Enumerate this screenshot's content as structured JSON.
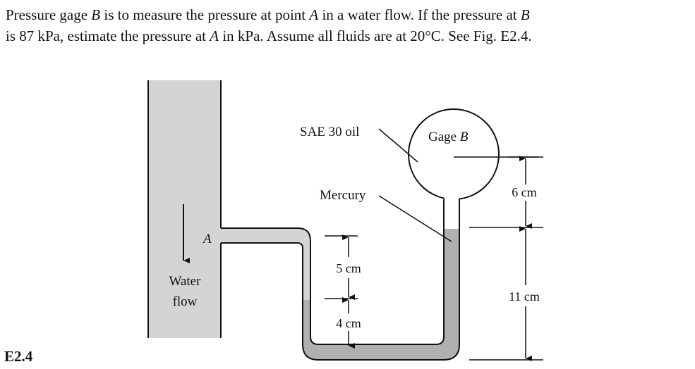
{
  "problem": {
    "line1_part1": "Pressure gage ",
    "var_B1": "B",
    "line1_part2": " is to measure the pressure at point ",
    "var_A1": "A",
    "line1_part3": " in a water flow. If the pressure at ",
    "var_B2": "B",
    "line2_part1": "is 87 kPa, estimate the pressure at ",
    "var_A2": "A",
    "line2_part2": " in kPa. Assume all fluids are at 20°C. See Fig. E2.4."
  },
  "figure": {
    "number": "E2.4",
    "labels": {
      "point_a": "A",
      "water": "Water",
      "flow": "flow",
      "oil": "SAE 30 oil",
      "mercury": "Mercury",
      "gage_word": "Gage ",
      "gage_var": "B",
      "dim_6cm": "6 cm",
      "dim_11cm": "11 cm",
      "dim_5cm": "5 cm",
      "dim_4cm": "4 cm"
    },
    "colors": {
      "water": "#d4d4d4",
      "mercury": "#b0b0b0",
      "outline": "#111111"
    }
  }
}
